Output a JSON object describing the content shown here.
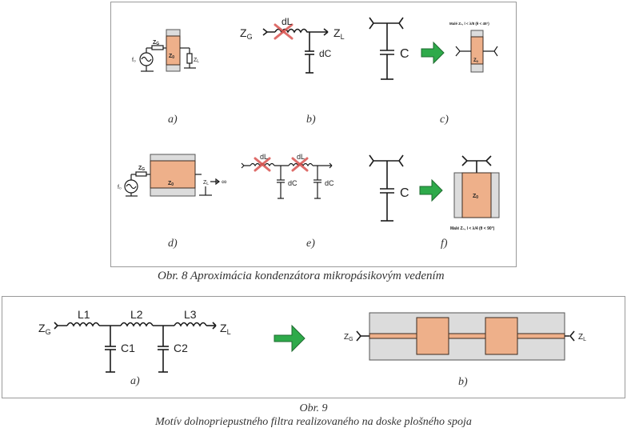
{
  "figure8": {
    "caption": "Obr. 8  Aproximácia kondenzátora mikropásikovým vedením",
    "panels": {
      "a": {
        "label": "a)",
        "source": "f₀",
        "zg": "Z",
        "zg_sub": "G",
        "z0": "Z",
        "z0_sub": "0",
        "zl": "Z",
        "zl_sub": "L"
      },
      "b": {
        "label": "b)",
        "zg": "Z",
        "zg_sub": "G",
        "zl": "Z",
        "zl_sub": "L",
        "inductor": "dL",
        "capacitor": "dC"
      },
      "c": {
        "label": "c)",
        "capacitor": "C",
        "note": "Malé Z₀, l < λ/8 (θ < 45°)",
        "z0": "Z",
        "z0_sub": "0"
      },
      "d": {
        "label": "d)",
        "source": "f₀",
        "zg": "Z",
        "zg_sub": "G",
        "z0": "Z",
        "z0_sub": "0",
        "zl": "Z",
        "zl_sub": "L",
        "zl_limit": "∞"
      },
      "e": {
        "label": "e)",
        "inductor1": "dL",
        "inductor2": "dL",
        "capacitor1": "dC",
        "capacitor2": "dC"
      },
      "f": {
        "label": "f)",
        "capacitor": "C",
        "note": "Malé Z₀, l < λ/4 (θ < 90°)",
        "z0": "Z",
        "z0_sub": "0"
      }
    }
  },
  "figure9": {
    "caption_line1": "Obr. 9",
    "caption_line2": "Motív dolnopriepustného filtra realizovaného na doske plošného spoja",
    "panels": {
      "a": {
        "label": "a)",
        "zg": "Z",
        "zg_sub": "G",
        "zl": "Z",
        "zl_sub": "L",
        "inductors": [
          "L1",
          "L2",
          "L3"
        ],
        "capacitors": [
          "C1",
          "C2"
        ]
      },
      "b": {
        "label": "b)",
        "zg": "Z",
        "zg_sub": "G",
        "zl": "Z",
        "zl_sub": "L"
      }
    }
  },
  "colors": {
    "copper": "#eeb08a",
    "substrate": "#dcdcdc",
    "arrow": "#2eaa4a",
    "cross": "#d9534f"
  }
}
